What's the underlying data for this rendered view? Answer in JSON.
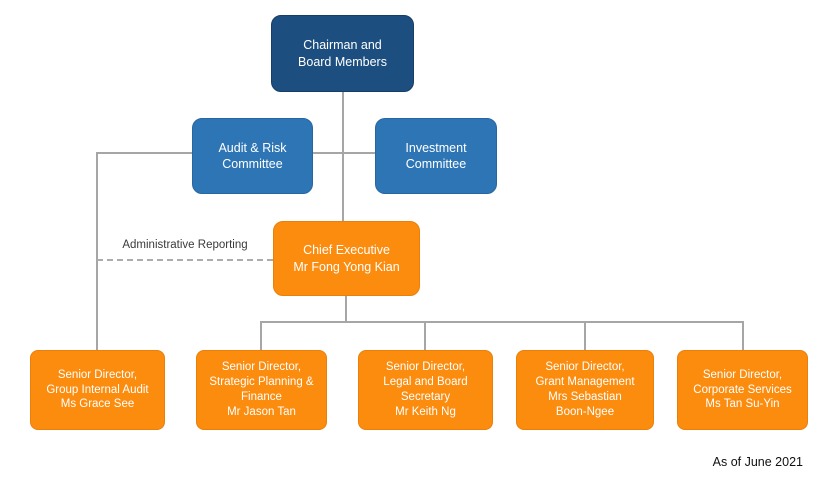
{
  "org_chart": {
    "footnote": "As of June 2021",
    "admin_reporting_label": "Administrative Reporting",
    "colors": {
      "board_dark_blue": "#1C4E80",
      "committee_blue": "#2E75B5",
      "executive_orange": "#FB8C0E",
      "connector_gray": "#A6A6A6",
      "node_text": "#FFFFFF",
      "annotation_text": "#3A3A3A"
    },
    "nodes": {
      "chairman": {
        "label": "Chairman and\nBoard Members"
      },
      "audit_risk_committee": {
        "label": "Audit & Risk\nCommittee"
      },
      "investment_committee": {
        "label": "Investment\nCommittee"
      },
      "chief_executive": {
        "label": "Chief Executive\nMr Fong Yong Kian"
      },
      "sd_group_internal_audit": {
        "label": "Senior Director,\nGroup Internal Audit\nMs Grace See"
      },
      "sd_strategic_planning_finance": {
        "label": "Senior Director,\nStrategic Planning &\nFinance\nMr Jason Tan"
      },
      "sd_legal_board_secretary": {
        "label": "Senior Director,\nLegal and Board\nSecretary\nMr Keith Ng"
      },
      "sd_grant_management": {
        "label": "Senior Director,\nGrant Management\nMrs Sebastian\nBoon-Ngee"
      },
      "sd_corporate_services": {
        "label": "Senior Director,\nCorporate Services\nMs Tan Su-Yin"
      }
    }
  }
}
